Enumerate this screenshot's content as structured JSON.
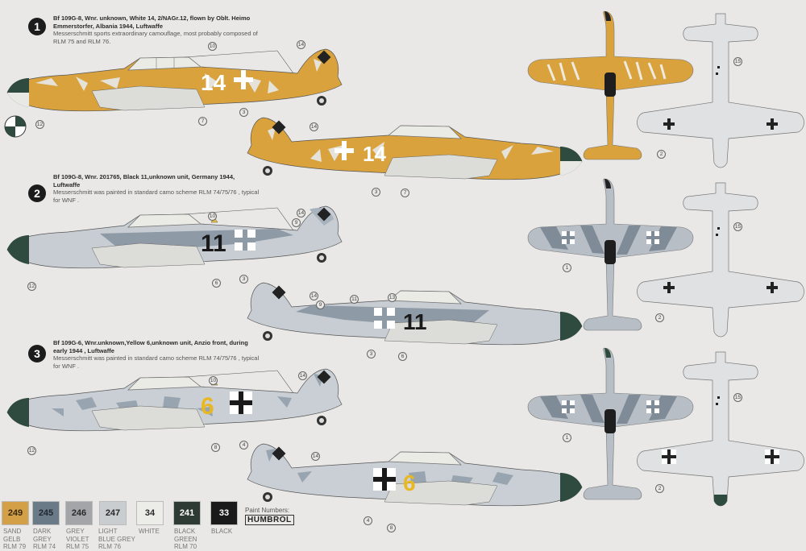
{
  "schemes": [
    {
      "number": "1",
      "title": "Bf 109G-8, Wnr. unknown, White 14,  2/NAGr.12, flown by Oblt. Heimo Emmerstorfer, Albania 1944, Luftwaffe",
      "description": "Messerschmitt sports extraordinary camouflage, most probably composed of RLM 75 and RLM 76.",
      "fuselage_code": "14",
      "code_color": "#ffffff",
      "camo": {
        "base": "#d9a23c",
        "pattern": "#e5e2da",
        "nose": "#2f4a3e"
      },
      "callouts_left": [
        "10",
        "14",
        "3",
        "7",
        "12"
      ],
      "callouts_right": [
        "14",
        "3",
        "7"
      ],
      "callouts_top": [
        "15"
      ],
      "callouts_bottom": [
        "2"
      ]
    },
    {
      "number": "2",
      "title": "Bf 109G-8, Wnr. 201765, Black 11,unknown unit, Germany 1944, Luftwaffe",
      "description": "Messerschmitt was painted in standard camo scheme RLM 74/75/76 , typical for WNF .",
      "fuselage_code": "11",
      "code_color": "#1a1a1a",
      "camo": {
        "base": "#8e9aa6",
        "pattern": "#cdd2d6",
        "nose": "#2f4a3e"
      },
      "callouts_left": [
        "10",
        "14",
        "9",
        "3",
        "6",
        "12"
      ],
      "callouts_right": [
        "14",
        "9",
        "11",
        "13",
        "3",
        "6"
      ],
      "callouts_top": [
        "1",
        "15"
      ],
      "callouts_bottom": [
        "2"
      ]
    },
    {
      "number": "3",
      "title": "Bf 109G-6, Wnr.unknown,Yellow 6,unknown unit, Anzio front, during early 1944 , Luftwaffe",
      "description": "Messerschmitt was painted in standard camo scheme RLM 74/75/76 , typical for WNF .",
      "fuselage_code": "6",
      "code_color": "#e8b824",
      "camo": {
        "base": "#b9c0c7",
        "pattern": "#8e9aa6",
        "nose": "#2f4a3e"
      },
      "callouts_left": [
        "10",
        "14",
        "8",
        "4",
        "12"
      ],
      "callouts_right": [
        "14",
        "4",
        "8"
      ],
      "callouts_top": [
        "1",
        "15"
      ],
      "callouts_bottom": [
        "2"
      ]
    }
  ],
  "paints": [
    {
      "code": "249",
      "label": "SAND GELB RLM 79",
      "lines": [
        "SAND",
        "GELB",
        "RLM 79"
      ],
      "color": "#d3a048",
      "text_color": "#3a2a10"
    },
    {
      "code": "245",
      "label": "DARK GREY RLM 74",
      "lines": [
        "DARK",
        "GREY",
        "RLM 74"
      ],
      "color": "#6a7a86",
      "text_color": "#1f2830"
    },
    {
      "code": "246",
      "label": "GREY VIOLET RLM 75",
      "lines": [
        "GREY",
        "VIOLET",
        "RLM 75"
      ],
      "color": "#a3a5a8",
      "text_color": "#2a2a2a"
    },
    {
      "code": "247",
      "label": "LIGHT BLUE GREY RLM 76",
      "lines": [
        "LIGHT",
        "BLUE GREY",
        "RLM 76"
      ],
      "color": "#c9cdd0",
      "text_color": "#2a2a2a"
    },
    {
      "code": "34",
      "label": "WHITE",
      "lines": [
        "WHITE"
      ],
      "color": "#ecece9",
      "text_color": "#2a2a2a"
    },
    {
      "code": "241",
      "label": "BLACK GREEN RLM 70",
      "lines": [
        "BLACK",
        "GREEN",
        "RLM 70"
      ],
      "color": "#2e3a34",
      "text_color": "#ffffff"
    },
    {
      "code": "33",
      "label": "BLACK",
      "lines": [
        "BLACK"
      ],
      "color": "#1a1a1a",
      "text_color": "#ffffff"
    }
  ],
  "legend": {
    "caption": "Paint Numbers:",
    "brand": "HUMBROL"
  }
}
